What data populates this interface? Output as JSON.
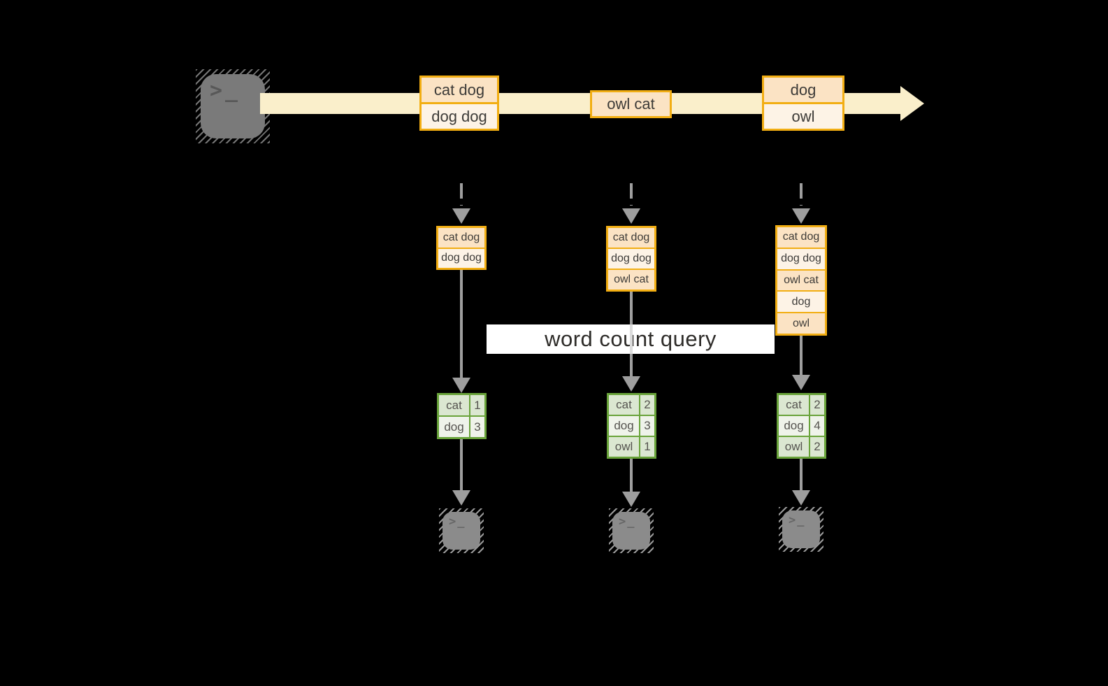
{
  "diagram": {
    "query_label": "word count query",
    "source": {
      "icon": "terminal-icon",
      "prompt": ">_"
    },
    "stream_batches": [
      {
        "rows": [
          "cat dog",
          "dog dog"
        ]
      },
      {
        "rows": [
          "owl cat"
        ]
      },
      {
        "rows": [
          "dog",
          "owl"
        ]
      }
    ],
    "columns": [
      {
        "state_rows": [
          "cat dog",
          "dog dog"
        ],
        "counts": [
          {
            "word": "cat",
            "count": "1"
          },
          {
            "word": "dog",
            "count": "3"
          }
        ],
        "sink_prompt": ">_"
      },
      {
        "state_rows": [
          "cat dog",
          "dog dog",
          "owl cat"
        ],
        "counts": [
          {
            "word": "cat",
            "count": "2"
          },
          {
            "word": "dog",
            "count": "3"
          },
          {
            "word": "owl",
            "count": "1"
          }
        ],
        "sink_prompt": ">_"
      },
      {
        "state_rows": [
          "cat dog",
          "dog dog",
          "owl cat",
          "dog",
          "owl"
        ],
        "counts": [
          {
            "word": "cat",
            "count": "2"
          },
          {
            "word": "dog",
            "count": "4"
          },
          {
            "word": "owl",
            "count": "2"
          }
        ],
        "sink_prompt": ">_"
      }
    ],
    "colors": {
      "background": "#000000",
      "stream_arrow": "#faefcb",
      "box_border": "#f2ae13",
      "box_cell_dark": "#fbe3c4",
      "box_cell_light": "#fdf3e6",
      "table_border": "#69a33a",
      "table_cell_dark": "#dbe7d1",
      "table_cell_light": "#eff3ea",
      "arrow": "#9e9e9e",
      "banner": "#ffffff",
      "text": "#3d3b38"
    }
  }
}
